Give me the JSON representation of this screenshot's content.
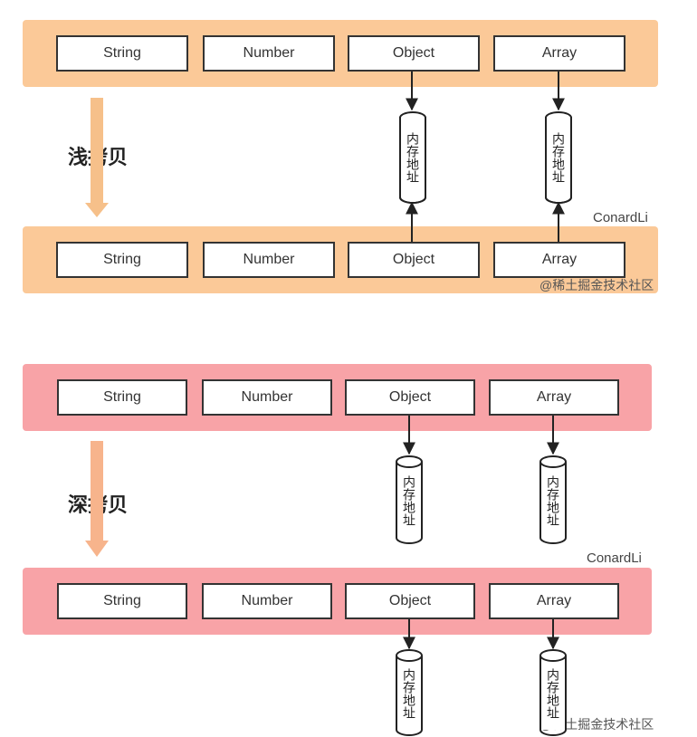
{
  "cells": [
    "String",
    "Number",
    "Object",
    "Array"
  ],
  "shallow": {
    "label": "浅拷贝"
  },
  "deep": {
    "label": "深拷贝"
  },
  "memory_label": "内存地址",
  "signature": "ConardLi",
  "watermark": "@稀土掘金技术社区",
  "colors": {
    "shallow_band": "#fbc998",
    "deep_band": "#f8a3a7",
    "shallow_arrow": "#f6c08a",
    "deep_arrow": "#f7b48c",
    "line": "#222222"
  }
}
